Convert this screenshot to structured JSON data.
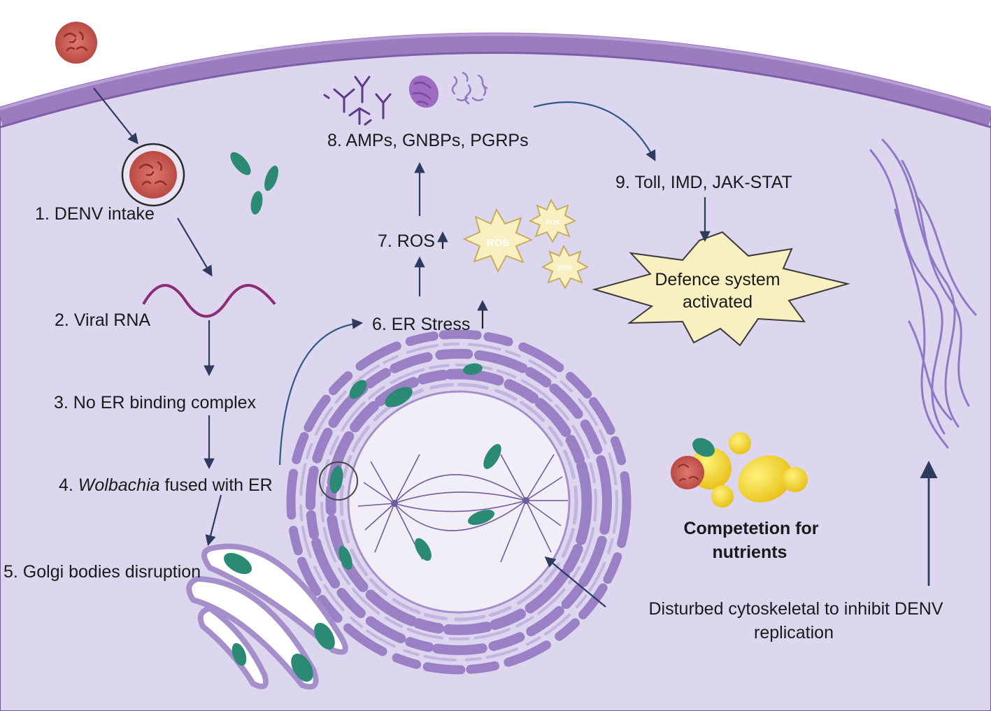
{
  "steps": {
    "denv_intake": "1.  DENV intake",
    "viral_rna": "2. Viral RNA",
    "no_er_binding": "3. No ER binding complex",
    "wolbachia_num": "4. ",
    "wolbachia_italic": "Wolbachia",
    "wolbachia_rest": " fused with ER",
    "golgi": "5. Golgi bodies disruption",
    "er_stress": "6. ER Stress",
    "ros": "7. ROS",
    "amps": "8. AMPs, GNBPs, PGRPs",
    "toll": "9. Toll, IMD, JAK-STAT"
  },
  "defence": {
    "line1": "Defence system",
    "line2": "activated"
  },
  "nutrients": {
    "line1": "Competetion for",
    "line2": "nutrients"
  },
  "cytoskeleton": {
    "line1": "Disturbed cytoskeletal to inhibit DENV",
    "line2": "replication"
  },
  "ros_bursts": [
    "ROS",
    "ROS",
    "ROS"
  ],
  "colors": {
    "cytoplasm": "#dcd6ef",
    "membrane": "#9d7fc0",
    "er": "#a58fcb",
    "wolbachia": "#2a8a73",
    "virus": "#c9584f",
    "arrow": "#2d3a5c",
    "burst": "#f8f0c0",
    "burst_stroke": "#c8ad5a",
    "nutrient": "#f3d02c"
  }
}
